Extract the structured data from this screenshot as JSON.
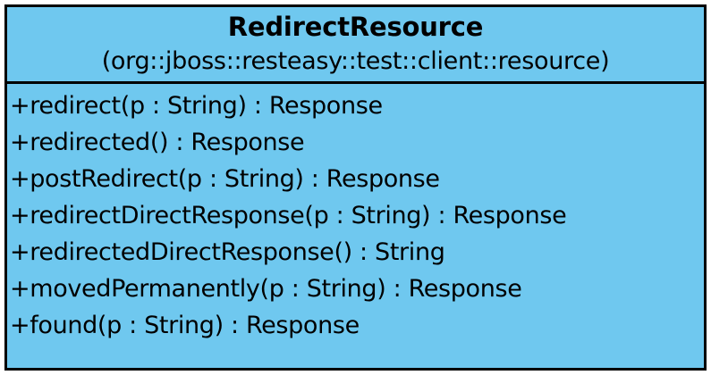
{
  "diagram": {
    "type": "uml-class-diagram",
    "colors": {
      "fill": "#6FC8EF",
      "border": "#000000",
      "text": "#000000",
      "background": "#FFFFFF"
    },
    "class_box": {
      "name": "RedirectResource",
      "namespace": "(org::jboss::resteasy::test::client::resource)",
      "attributes": [],
      "operations": [
        {
          "visibility": "+",
          "signature": "+redirect(p : String) : Response"
        },
        {
          "visibility": "+",
          "signature": "+redirected() : Response"
        },
        {
          "visibility": "+",
          "signature": "+postRedirect(p : String) : Response"
        },
        {
          "visibility": "+",
          "signature": "+redirectDirectResponse(p : String) : Response"
        },
        {
          "visibility": "+",
          "signature": "+redirectedDirectResponse() : String"
        },
        {
          "visibility": "+",
          "signature": "+movedPermanently(p : String) : Response"
        },
        {
          "visibility": "+",
          "signature": "+found(p : String) : Response"
        }
      ]
    }
  }
}
